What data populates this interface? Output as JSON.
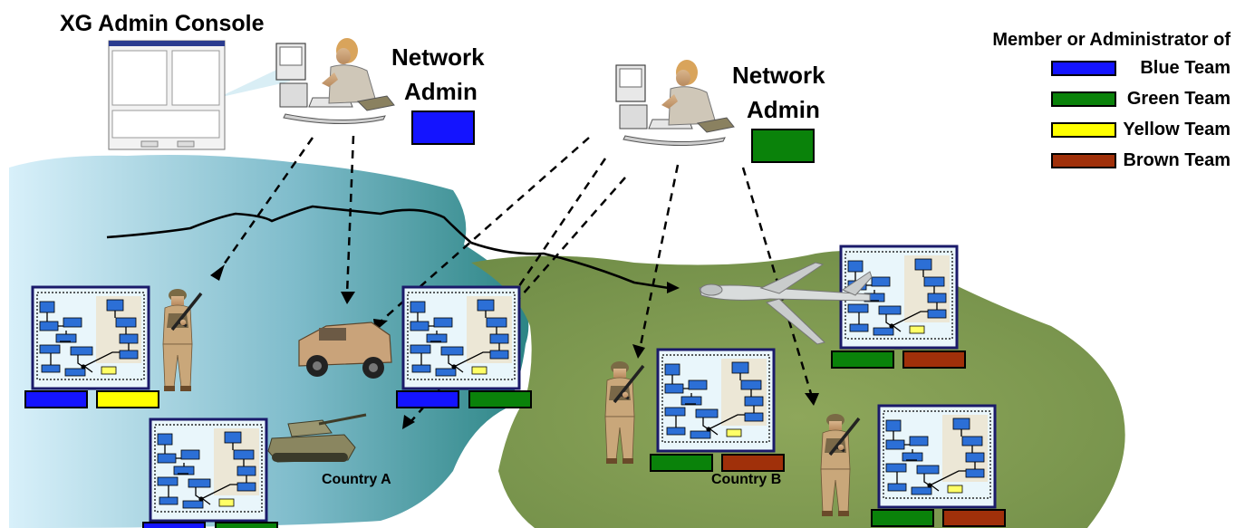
{
  "title": "XG Admin Console",
  "admins": [
    {
      "label_line1": "Network",
      "label_line2": "Admin",
      "team_color": "#1414ff"
    },
    {
      "label_line1": "Network",
      "label_line2": "Admin",
      "team_color": "#0a820a"
    }
  ],
  "legend": {
    "title": "Member or Administrator of",
    "items": [
      {
        "label": "Blue Team",
        "color": "#1414ff"
      },
      {
        "label": "Green Team",
        "color": "#0a820a"
      },
      {
        "label": "Yellow Team",
        "color": "#ffff00"
      },
      {
        "label": "Brown Team",
        "color": "#a0300a"
      }
    ]
  },
  "regions": {
    "country_a": "Country A",
    "country_b": "Country B"
  },
  "colors": {
    "blue": "#1414ff",
    "green": "#0a820a",
    "yellow": "#ffff00",
    "brown": "#a0300a",
    "land_a_left": "#d6eef8",
    "land_a_right": "#2f8a8a",
    "land_b": "#7f9a4f"
  }
}
